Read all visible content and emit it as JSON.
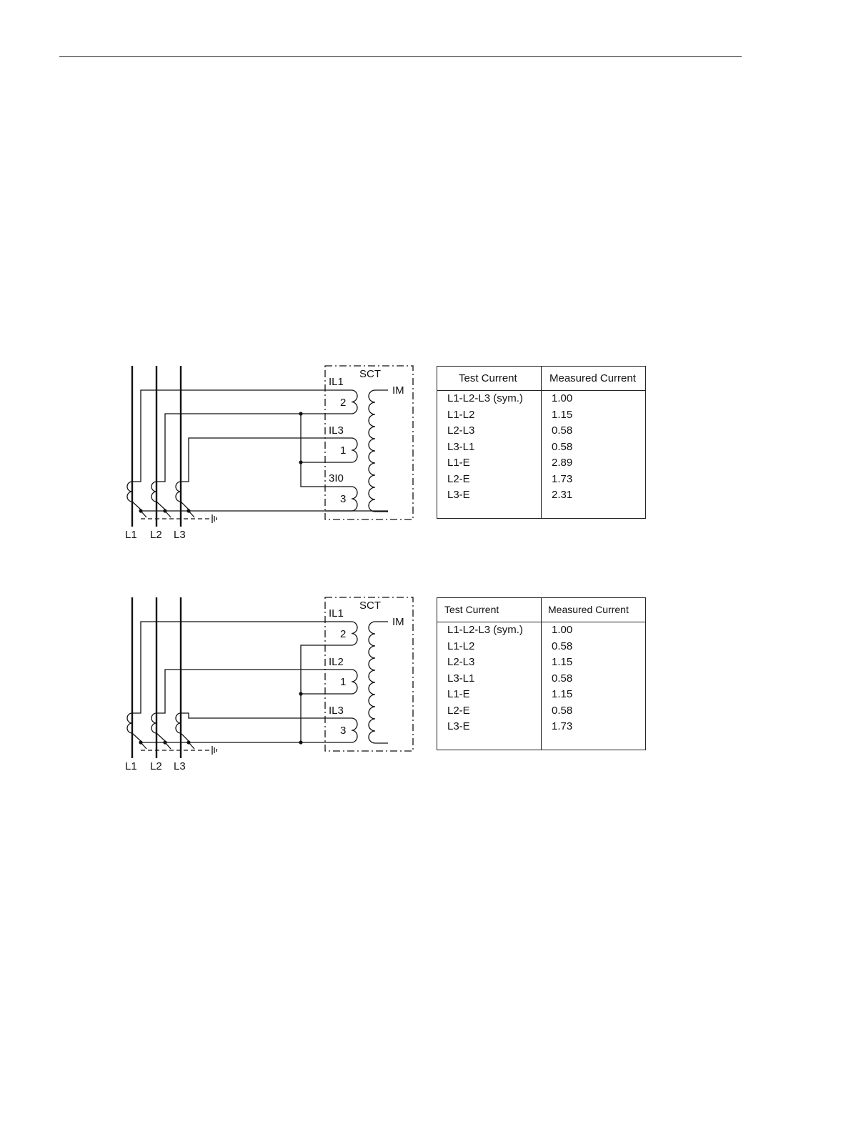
{
  "figures": [
    {
      "labels": {
        "box_title": "SCT",
        "primary": "IM",
        "coil_a_label": "IL1",
        "coil_a_num": "2",
        "coil_b_label": "IL3",
        "coil_b_num": "1",
        "coil_c_label": "3I0",
        "coil_c_num": "3",
        "phases": [
          "L1",
          "L2",
          "L3"
        ]
      },
      "table": {
        "col_test": "Test Current",
        "col_measured": "Measured Current",
        "rows": [
          {
            "test": "L1-L2-L3 (sym.)",
            "measured": "1.00"
          },
          {
            "test": "L1-L2",
            "measured": "1.15"
          },
          {
            "test": "L2-L3",
            "measured": "0.58"
          },
          {
            "test": "L3-L1",
            "measured": "0.58"
          },
          {
            "test": "L1-E",
            "measured": "2.89"
          },
          {
            "test": "L2-E",
            "measured": "1.73"
          },
          {
            "test": "L3-E",
            "measured": "2.31"
          }
        ]
      }
    },
    {
      "labels": {
        "box_title": "SCT",
        "primary": "IM",
        "coil_a_label": "IL1",
        "coil_a_num": "2",
        "coil_b_label": "IL2",
        "coil_b_num": "1",
        "coil_c_label": "IL3",
        "coil_c_num": "3",
        "phases": [
          "L1",
          "L2",
          "L3"
        ]
      },
      "table": {
        "col_test": "Test Current",
        "col_measured": "Measured Current",
        "rows": [
          {
            "test": "L1-L2-L3 (sym.)",
            "measured": "1.00"
          },
          {
            "test": "L1-L2",
            "measured": "0.58"
          },
          {
            "test": "L2-L3",
            "measured": "1.15"
          },
          {
            "test": "L3-L1",
            "measured": "0.58"
          },
          {
            "test": "L1-E",
            "measured": "1.15"
          },
          {
            "test": "L2-E",
            "measured": "0.58"
          },
          {
            "test": "L3-E",
            "measured": "1.73"
          }
        ]
      }
    }
  ]
}
